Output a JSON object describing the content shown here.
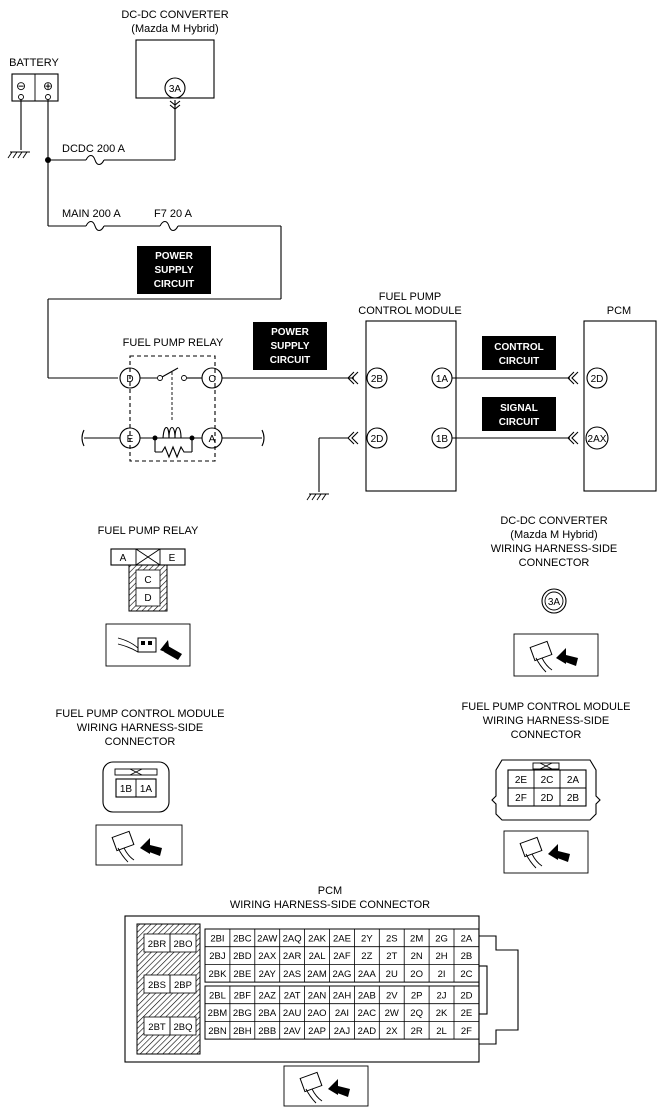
{
  "schematic": {
    "dcdc_title": "DC-DC CONVERTER",
    "dcdc_subtitle": "(Mazda M Hybrid)",
    "dcdc_pin": "3A",
    "battery": "BATTERY",
    "battery_minus": "⊖",
    "battery_plus": "⊕",
    "fuse_dcdc": "DCDC 200 A",
    "fuse_main": "MAIN 200 A",
    "fuse_f7": "F7 20 A",
    "power_supply_1": [
      "POWER",
      "SUPPLY",
      "CIRCUIT"
    ],
    "power_supply_2": [
      "POWER",
      "SUPPLY",
      "CIRCUIT"
    ],
    "relay_title": "FUEL PUMP RELAY",
    "relay_pins": [
      "D",
      "C",
      "E",
      "A"
    ],
    "fpcm_title": [
      "FUEL PUMP",
      "CONTROL MODULE"
    ],
    "fpcm_pins": [
      "2B",
      "1A",
      "2D",
      "1B"
    ],
    "pcm_title": "PCM",
    "pcm_pins": [
      "2D",
      "2AX"
    ],
    "control_circuit": [
      "CONTROL",
      "CIRCUIT"
    ],
    "signal_circuit": [
      "SIGNAL",
      "CIRCUIT"
    ]
  },
  "connectors": {
    "relay": {
      "title": "FUEL PUMP RELAY",
      "pins": [
        "A",
        "E",
        "C",
        "D"
      ]
    },
    "dcdc": {
      "title": [
        "DC-DC CONVERTER",
        "(Mazda M Hybrid)",
        "WIRING HARNESS-SIDE",
        "CONNECTOR"
      ],
      "pin": "3A"
    },
    "fpcm1": {
      "title": [
        "FUEL PUMP CONTROL MODULE",
        "WIRING HARNESS-SIDE",
        "CONNECTOR"
      ],
      "pins": [
        "1B",
        "1A"
      ]
    },
    "fpcm2": {
      "title": [
        "FUEL PUMP CONTROL MODULE",
        "WIRING HARNESS-SIDE",
        "CONNECTOR"
      ],
      "pins": [
        [
          "2E",
          "2C",
          "2A"
        ],
        [
          "2F",
          "2D",
          "2B"
        ]
      ]
    },
    "pcm": {
      "title": [
        "PCM",
        "WIRING HARNESS-SIDE CONNECTOR"
      ],
      "left": [
        "2BR",
        "2BO",
        "2BS",
        "2BP",
        "2BT",
        "2BQ"
      ],
      "top_rows": [
        [
          "2BI",
          "2BC",
          "2AW",
          "2AQ",
          "2AK",
          "2AE",
          "2Y",
          "2S",
          "2M",
          "2G",
          "2A"
        ],
        [
          "2BJ",
          "2BD",
          "2AX",
          "2AR",
          "2AL",
          "2AF",
          "2Z",
          "2T",
          "2N",
          "2H",
          "2B"
        ],
        [
          "2BK",
          "2BE",
          "2AY",
          "2AS",
          "2AM",
          "2AG",
          "2AA",
          "2U",
          "2O",
          "2I",
          "2C"
        ]
      ],
      "bottom_rows": [
        [
          "2BL",
          "2BF",
          "2AZ",
          "2AT",
          "2AN",
          "2AH",
          "2AB",
          "2V",
          "2P",
          "2J",
          "2D"
        ],
        [
          "2BM",
          "2BG",
          "2BA",
          "2AU",
          "2AO",
          "2AI",
          "2AC",
          "2W",
          "2Q",
          "2K",
          "2E"
        ],
        [
          "2BN",
          "2BH",
          "2BB",
          "2AV",
          "2AP",
          "2AJ",
          "2AD",
          "2X",
          "2R",
          "2L",
          "2F"
        ]
      ]
    }
  }
}
